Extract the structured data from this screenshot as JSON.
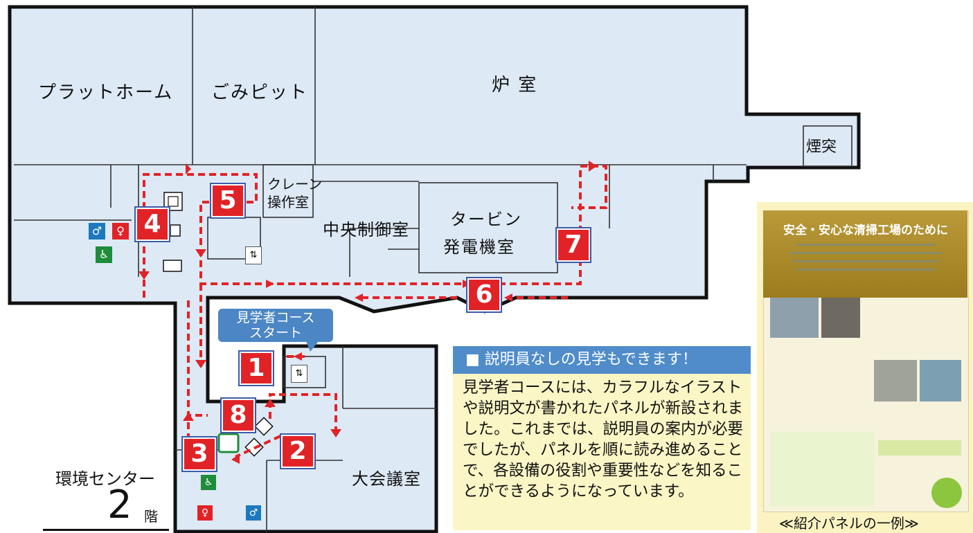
{
  "map": {
    "rooms": {
      "platform": "プラットホーム",
      "pit": "ごみピット",
      "furnace": "炉 室",
      "chimney": "煙突",
      "crane_line1": "クレーン",
      "crane_line2": "操作室",
      "control": "中央制御室",
      "turbine_line1": "タービン",
      "turbine_line2": "発電機室",
      "hall": "大会議室"
    },
    "stops": [
      "1",
      "2",
      "3",
      "4",
      "5",
      "6",
      "7",
      "8"
    ],
    "start_callout": {
      "line1": "見学者コース",
      "line2": "スタート"
    },
    "floor": {
      "name": "環境センター",
      "number": "2",
      "suffix": "階"
    },
    "colors": {
      "room_fill": "#dde9f5",
      "wall": "#111111",
      "route": "#e12327",
      "stop": "#e12327",
      "stop_border": "#3c5aa8"
    }
  },
  "info": {
    "heading": "■ 説明員なしの見学もできます！",
    "body": "見学者コースには、カラフルなイラストや説明文が書かれたパネルが新設されました。これまでは、説明員の案内が必要でしたが、パネルを順に読み進めることで、各設備の役割や重要性などを知ることができるようになっています。"
  },
  "panel": {
    "title": "安全・安心な清掃工場のために",
    "caption": "≪紹介パネルの一例≫"
  },
  "icons": [
    "restroom-male-icon",
    "restroom-female-icon",
    "wheelchair-icon",
    "elevator-icon"
  ]
}
